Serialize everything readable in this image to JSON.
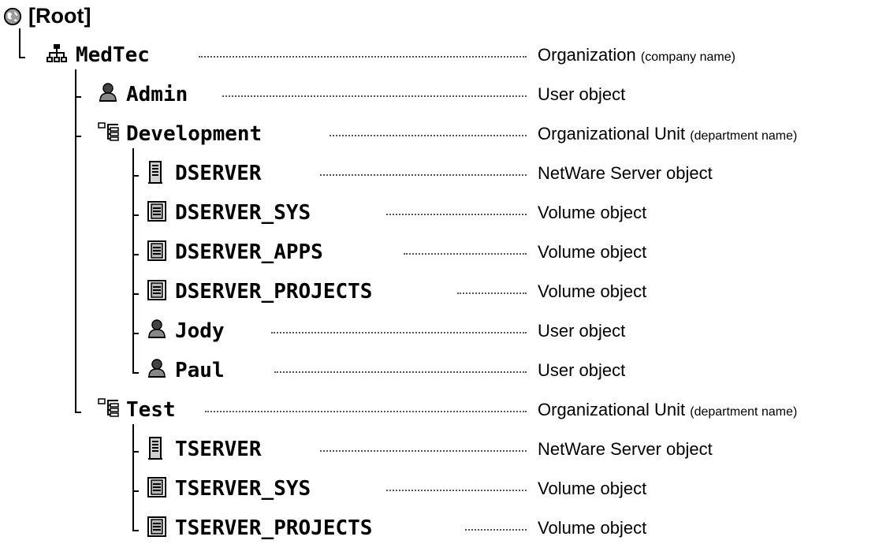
{
  "tree": {
    "root": {
      "label": "[Root]",
      "icon": "globe-icon"
    },
    "nodes": [
      {
        "label": "MedTec",
        "icon": "organization-icon",
        "desc": "Organization",
        "note": "(company name)"
      },
      {
        "label": "Admin",
        "icon": "user-icon",
        "desc": "User object",
        "note": ""
      },
      {
        "label": "Development",
        "icon": "organizational-unit-icon",
        "desc": "Organizational Unit",
        "note": "(department name)"
      },
      {
        "label": "DSERVER",
        "icon": "server-icon",
        "desc": "NetWare Server object",
        "note": ""
      },
      {
        "label": "DSERVER_SYS",
        "icon": "volume-icon",
        "desc": "Volume object",
        "note": ""
      },
      {
        "label": "DSERVER_APPS",
        "icon": "volume-icon",
        "desc": "Volume object",
        "note": ""
      },
      {
        "label": "DSERVER_PROJECTS",
        "icon": "volume-icon",
        "desc": "Volume object",
        "note": ""
      },
      {
        "label": "Jody",
        "icon": "user-icon",
        "desc": "User object",
        "note": ""
      },
      {
        "label": "Paul",
        "icon": "user-icon",
        "desc": "User object",
        "note": ""
      },
      {
        "label": "Test",
        "icon": "organizational-unit-icon",
        "desc": "Organizational Unit",
        "note": "(department name)"
      },
      {
        "label": "TSERVER",
        "icon": "server-icon",
        "desc": "NetWare Server object",
        "note": ""
      },
      {
        "label": "TSERVER_SYS",
        "icon": "volume-icon",
        "desc": "Volume object",
        "note": ""
      },
      {
        "label": "TSERVER_PROJECTS",
        "icon": "volume-icon",
        "desc": "Volume object",
        "note": ""
      }
    ]
  }
}
